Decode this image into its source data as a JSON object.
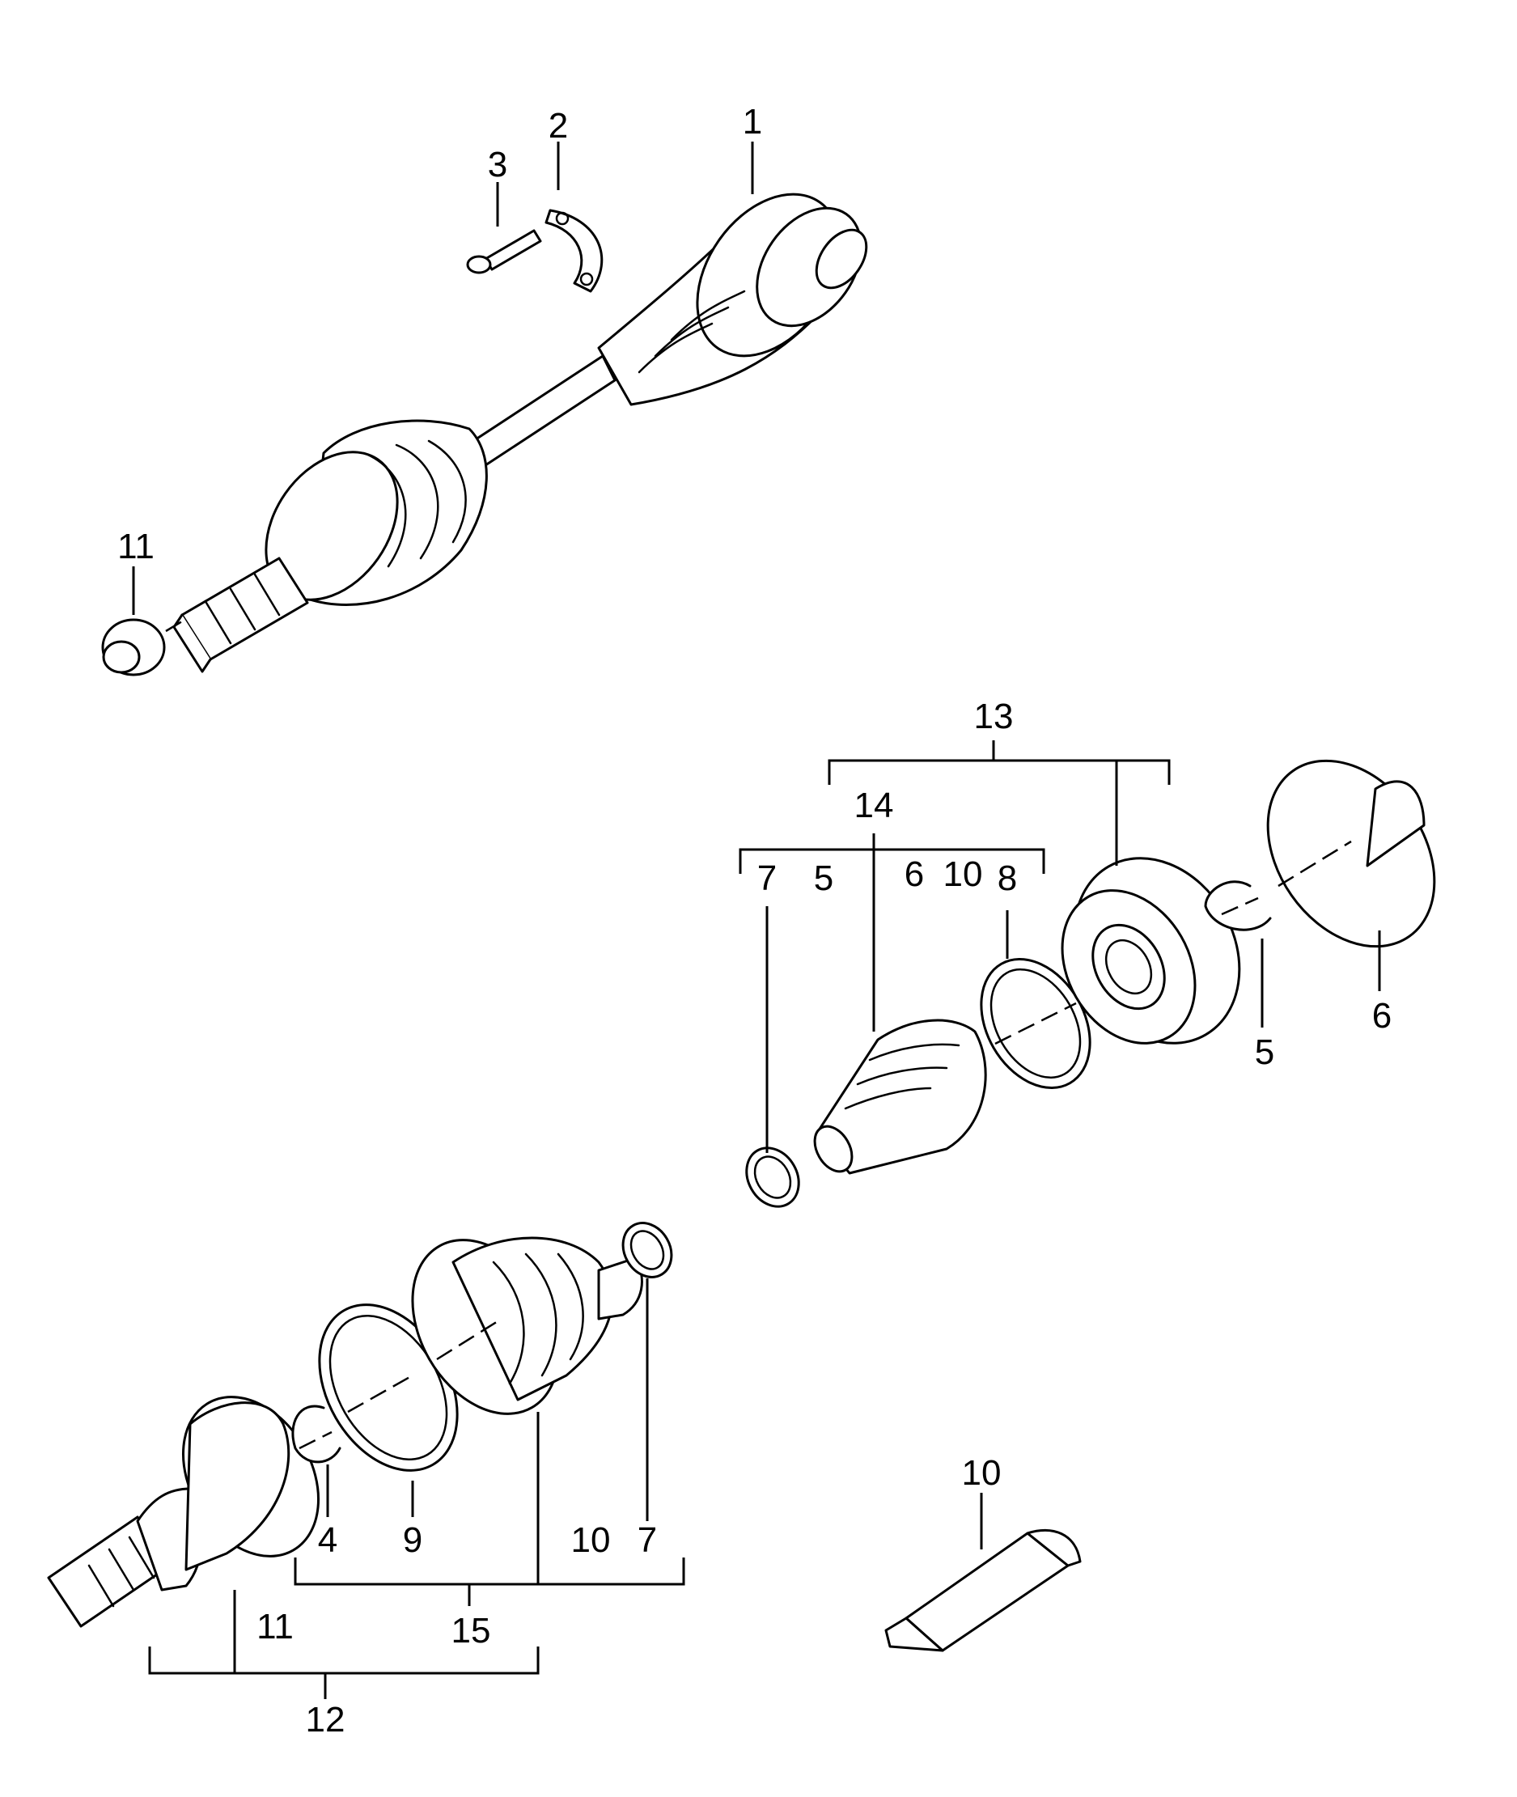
{
  "diagram": {
    "line_color": "#000000",
    "background": "#ffffff",
    "callouts": {
      "c1": "1",
      "c2": "2",
      "c3": "3",
      "c11_top": "11",
      "c13": "13",
      "c14": "14",
      "c14_7": "7",
      "c14_5": "5",
      "c14_6": "6",
      "c14_10": "10",
      "c14_8": "8",
      "c5_right": "5",
      "c6_right": "6",
      "c10_tube": "10",
      "c4": "4",
      "c9": "9",
      "c10_bottom": "10",
      "c7_bottom": "7",
      "c15": "15",
      "c11_bottom": "11",
      "c12": "12"
    }
  }
}
